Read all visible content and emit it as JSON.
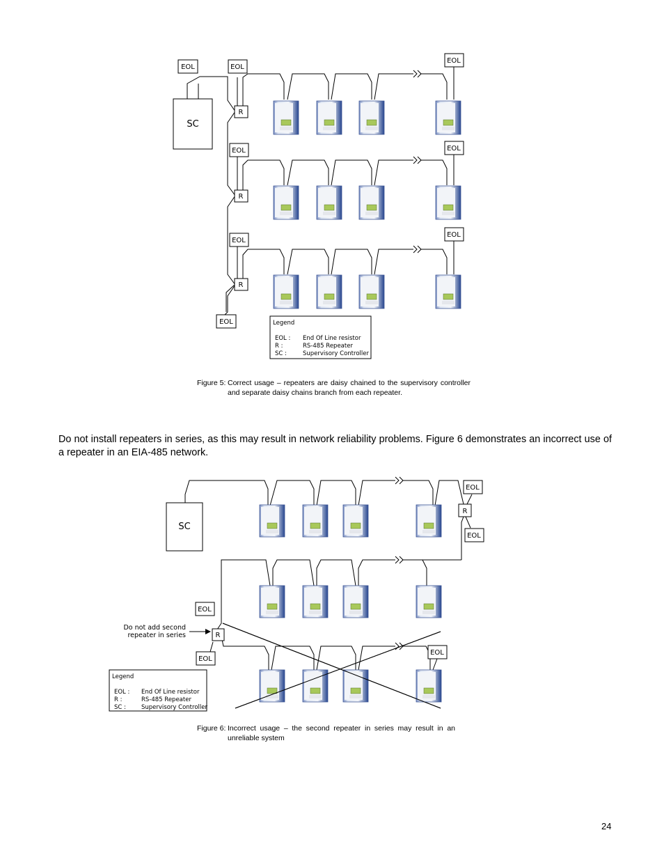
{
  "labels": {
    "eol": "EOL",
    "repeater": "R",
    "sc": "SC"
  },
  "legend": {
    "title": "Legend",
    "items": [
      {
        "key": "EOL :",
        "value": "End Of Line resistor"
      },
      {
        "key": "R :",
        "value": "RS-485 Repeater"
      },
      {
        "key": "SC :",
        "value": "Supervisory Controller"
      }
    ]
  },
  "figure5": {
    "label": "Figure 5:",
    "caption": "Correct usage – repeaters are daisy chained to the supervisory controller and separate daisy chains branch from each repeater."
  },
  "paragraph": "Do not install repeaters in series, as this may result in network reliability problems. Figure 6 demonstrates an incorrect use of a repeater in an EIA-485 network.",
  "figure6": {
    "label": "Figure 6:",
    "caption": "Incorrect usage – the second repeater in series may result in an unreliable system",
    "annotation_line1": "Do not add second",
    "annotation_line2": "repeater in series"
  },
  "page_number": "24"
}
